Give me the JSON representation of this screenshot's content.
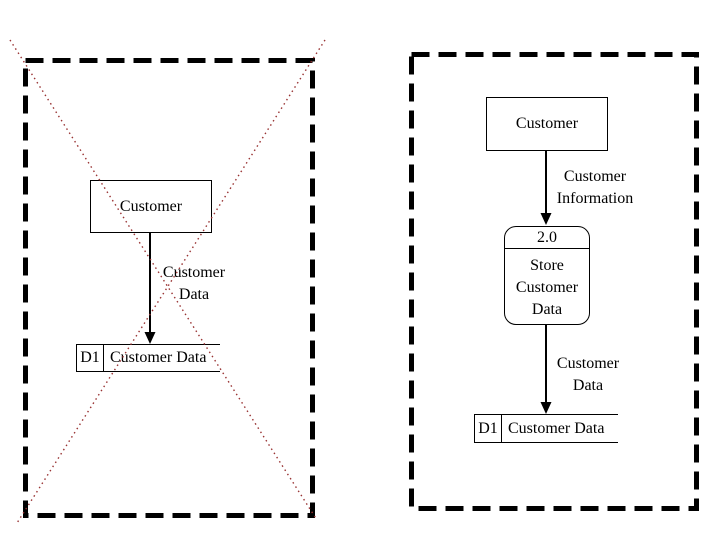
{
  "colors": {
    "background": "#ffffff",
    "shape_outline": "#000000",
    "text": "#000000",
    "cross_out": "#993333"
  },
  "left_diagram": {
    "crossed_out": true,
    "entity_label": "Customer",
    "flow_label": "Customer\nData",
    "datastore_id": "D1",
    "datastore_name": "Customer Data"
  },
  "right_diagram": {
    "crossed_out": false,
    "entity_label": "Customer",
    "flow1_label": "Customer\nInformation",
    "process_number": "2.0",
    "process_name": "Store\nCustomer\nData",
    "flow2_label": "Customer\nData",
    "datastore_id": "D1",
    "datastore_name": "Customer Data"
  }
}
